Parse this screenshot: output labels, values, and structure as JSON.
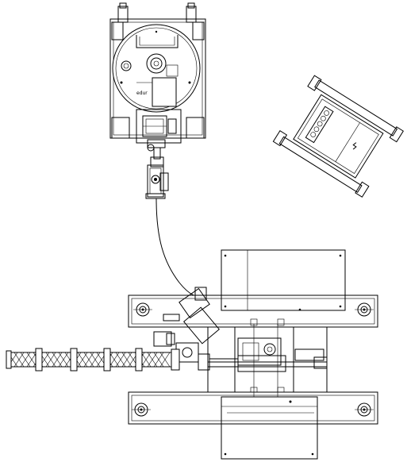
{
  "drawing": {
    "type": "mechanical-technical-drawing",
    "view": "top",
    "line_color": "#000000",
    "background": "#ffffff",
    "vessel_label": "edur",
    "cabinet_symbol": "ϟ",
    "components": [
      {
        "name": "round-vessel-on-frame"
      },
      {
        "name": "pump-assembly"
      },
      {
        "name": "hanging-cable"
      },
      {
        "name": "rotated-electrical-cabinet"
      },
      {
        "name": "main-machine-frame"
      },
      {
        "name": "flexible-corrugated-hose"
      }
    ]
  }
}
